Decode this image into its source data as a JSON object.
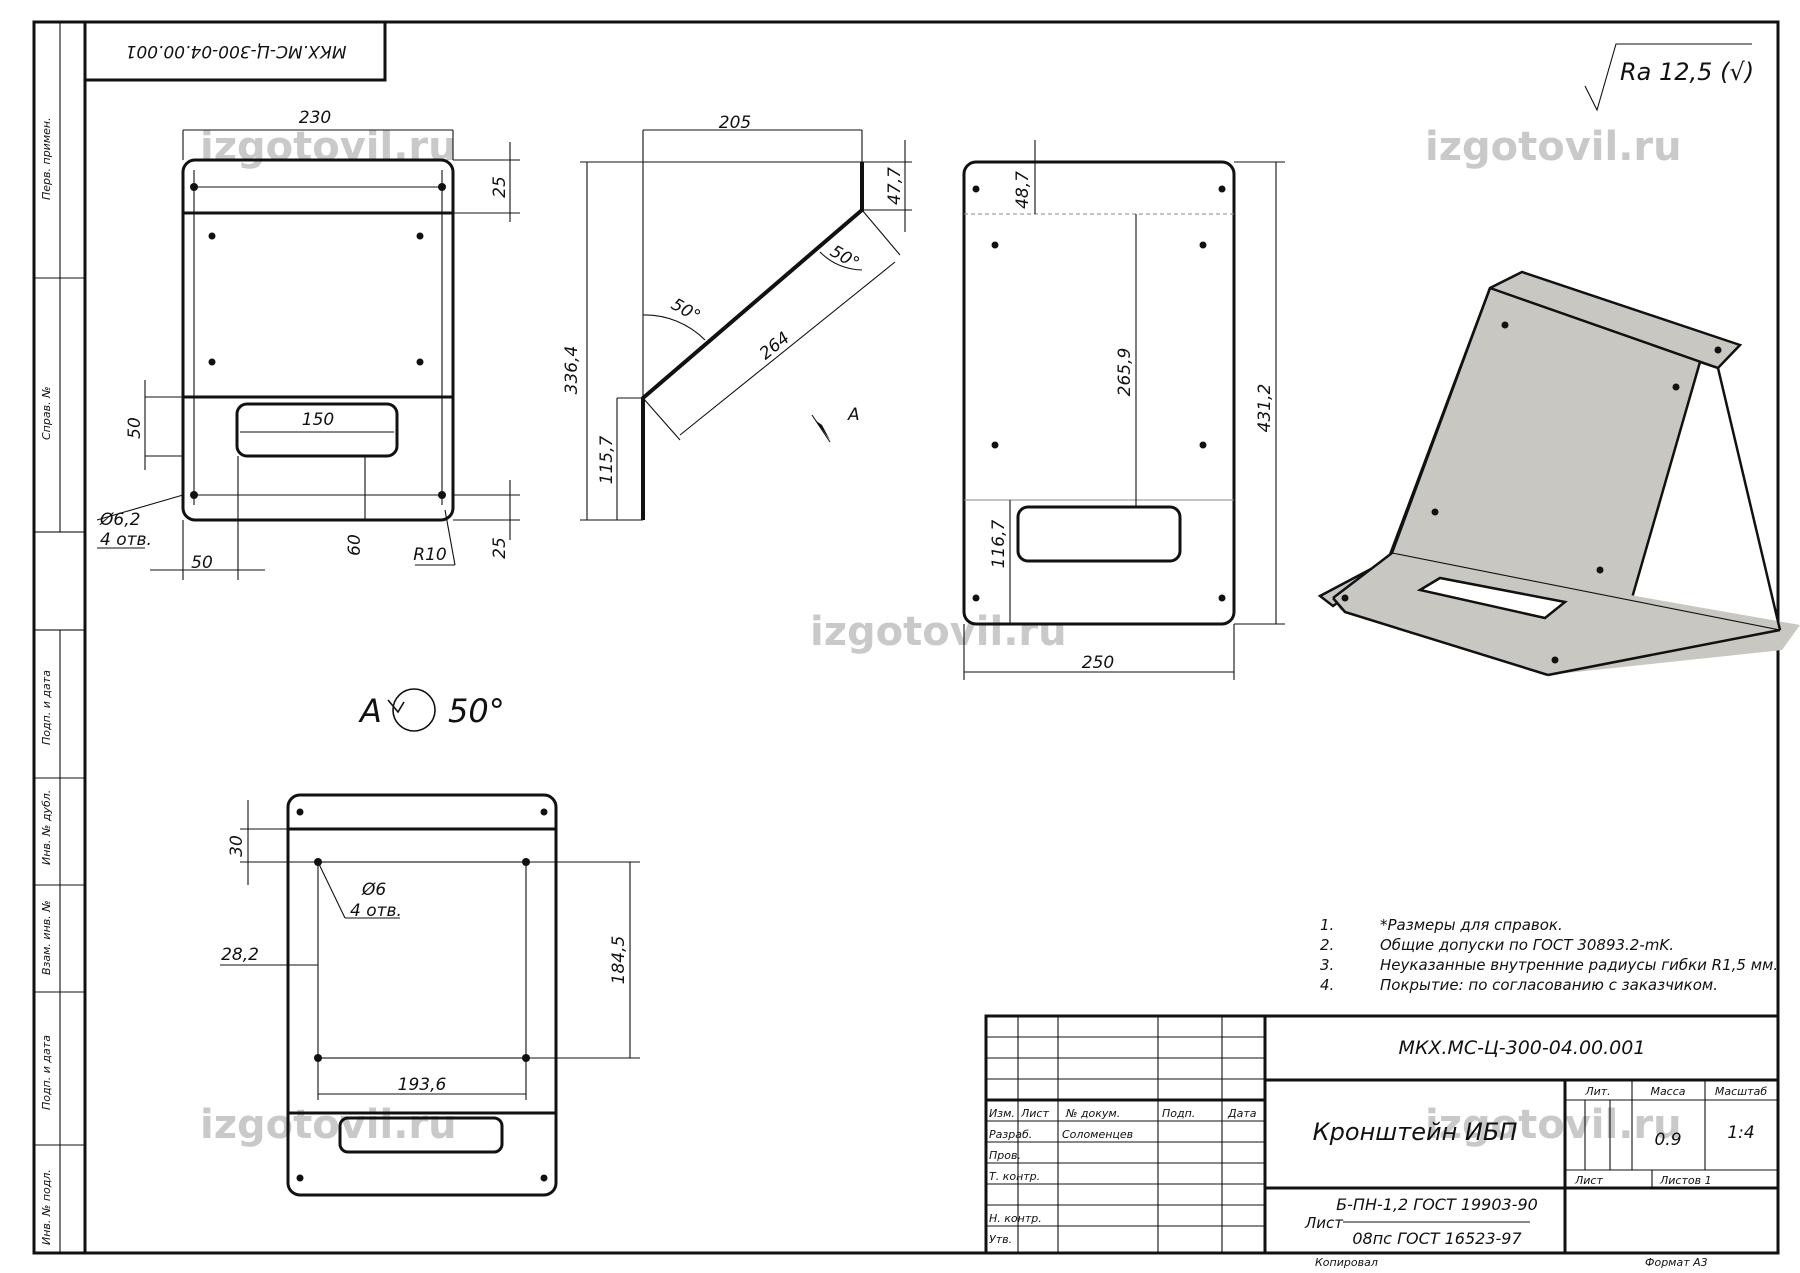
{
  "drawing_code": "МКХ.МС-Ц-300-04.00.001",
  "drawing_code_rotated": "МКХ.МС-Ц-300-04.00.001",
  "roughness": "Ra 12,5 (√)",
  "watermark": "izgotovil.ru",
  "side_labels": [
    "Перв. примен.",
    "Справ. №",
    "Подп. и дата",
    "Инв. № дубл.",
    "Взам. инв. №",
    "Подп. и дата",
    "Инв. № подл."
  ],
  "view1": {
    "dim_width": "230",
    "dim_top": "25",
    "dim_slot_w": "150",
    "dim_50_left": "50",
    "dim_hole": "Ø6,2",
    "dim_holes_count": "4 отв.",
    "dim_50_bottom": "50",
    "dim_60": "60",
    "dim_r10": "R10",
    "dim_25_bottom": "25"
  },
  "view2": {
    "dim_205": "205",
    "dim_47_7": "47,7",
    "dim_50deg_a": "50°",
    "dim_50deg_b": "50°",
    "dim_264": "264",
    "dim_336_4": "336,4",
    "dim_115_7": "115,7",
    "view_arrow": "A"
  },
  "view3": {
    "dim_48_7": "48,7",
    "dim_265_9": "265,9",
    "dim_431_2": "431,2",
    "dim_116_7": "116,7",
    "dim_250": "250"
  },
  "view_a_label": "A",
  "view_a_angle": "50°",
  "view4": {
    "dim_30": "30",
    "dim_hole": "Ø6",
    "dim_holes_count": "4 отв.",
    "dim_28_2": "28,2",
    "dim_184_5": "184,5",
    "dim_193_6": "193,6"
  },
  "notes": [
    {
      "num": "1.",
      "text": "*Размеры для справок."
    },
    {
      "num": "2.",
      "text": "Общие допуски по ГОСТ 30893.2-mK."
    },
    {
      "num": "3.",
      "text": "Неуказанные внутренние радиусы гибки  R1,5  мм."
    },
    {
      "num": "4.",
      "text": "Покрытие: по согласованию с заказчиком."
    }
  ],
  "title_block": {
    "code": "МКХ.МС-Ц-300-04.00.001",
    "title": "Кронштейн ИБП",
    "col_izm": "Изм.",
    "col_list": "Лист",
    "col_doc": "№ докум.",
    "col_podp": "Подп.",
    "col_date": "Дата",
    "row_razrab": "Разраб.",
    "razrab_name": "Соломенцев",
    "row_prov": "Пров.",
    "row_tkontr": "Т. контр.",
    "row_nkontr": "Н. контр.",
    "row_utv": "Утв.",
    "lit": "Лит.",
    "massa": "Масса",
    "masshtab": "Масштаб",
    "massa_value": "0.9",
    "scale_value": "1:4",
    "sheet": "Лист",
    "sheets": "Листов 1",
    "material_prefix": "Лист",
    "material_top": "Б-ПН-1,2 ГОСТ 19903-90",
    "material_bottom": "08пс ГОСТ 16523-97",
    "kopiroval": "Копировал",
    "format": "Формат А3"
  },
  "colors": {
    "line": "#111111",
    "watermark": "#c9c9c9",
    "part_fill": "#c8c7c2"
  }
}
